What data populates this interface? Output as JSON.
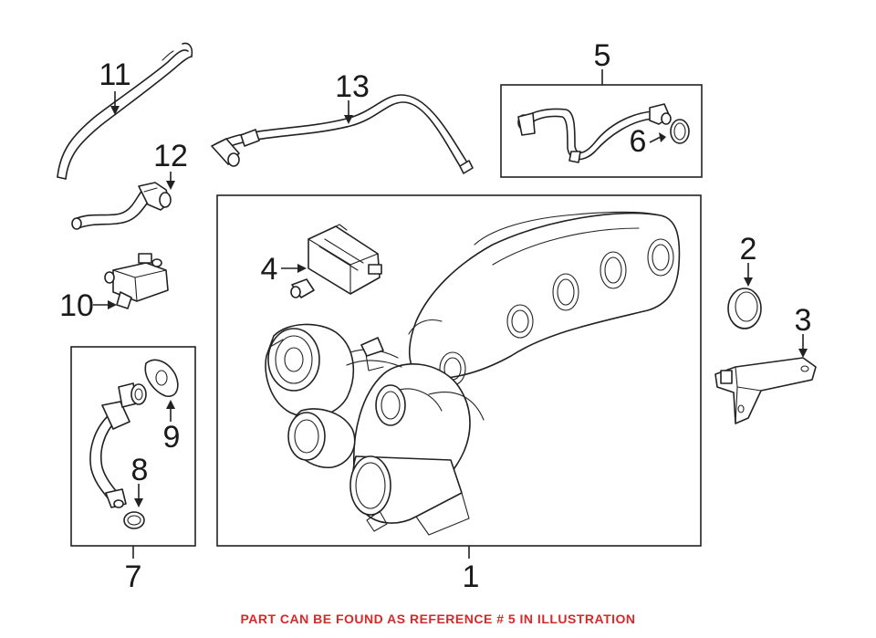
{
  "callouts": {
    "c1": "1",
    "c2": "2",
    "c3": "3",
    "c4": "4",
    "c5": "5",
    "c6": "6",
    "c7": "7",
    "c8": "8",
    "c9": "9",
    "c10": "10",
    "c11": "11",
    "c12": "12",
    "c13": "13"
  },
  "footer": {
    "note": "PART CAN BE FOUND AS REFERENCE # 5 IN ILLUSTRATION",
    "color": "#d42a2a"
  },
  "line_color": "#222222"
}
